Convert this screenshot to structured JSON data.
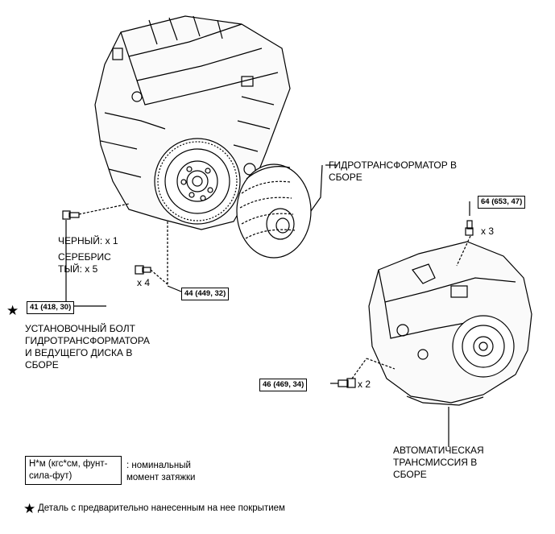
{
  "labels": {
    "torque_converter": [
      "ГИДРОТРАНСФОРМАТОР В",
      "СБОРЕ"
    ],
    "black": "ЧЕРНЫЙ: x 1",
    "silver": [
      "СЕРЕБРИС",
      "ТЫЙ: x 5"
    ],
    "bolt": [
      "УСТАНОВОЧНЫЙ БОЛТ",
      "ГИДРОТРАНСФОРМАТОРА",
      "И ВЕДУЩЕГО ДИСКА В",
      "СБОРЕ"
    ],
    "transmission": [
      "АВТОМАТИЧЕСКАЯ",
      "ТРАНСМИССИЯ В",
      "СБОРЕ"
    ]
  },
  "torques": {
    "t41": "41 (418, 30)",
    "t44": "44 (449, 32)",
    "t64": "64 (653, 47)",
    "t46": "46 (469, 34)"
  },
  "quantities": {
    "q4": "x 4",
    "q3": "x 3",
    "q2": "x 2"
  },
  "legend": {
    "unit_lines": [
      "Н*м (кгс*см, фунт-",
      "сила-фут)"
    ],
    "desc_lines": [
      ": номинальный",
      "момент затяжки"
    ],
    "star": "★",
    "precoated": "Деталь с предварительно нанесенным на нее покрытием"
  }
}
